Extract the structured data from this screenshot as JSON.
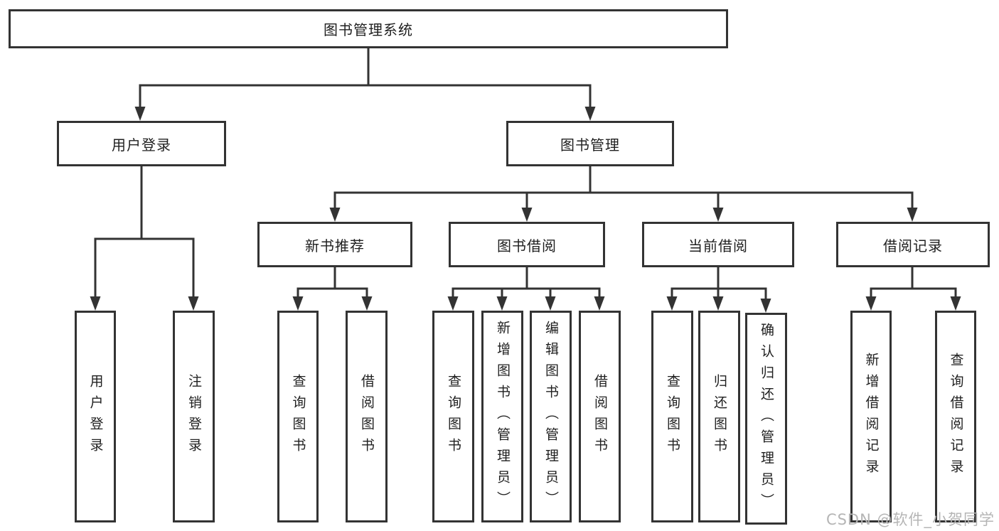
{
  "diagram": {
    "root": {
      "label": "图书管理系统"
    },
    "level2": {
      "user_login": {
        "label": "用户登录"
      },
      "book_mgmt": {
        "label": "图书管理"
      }
    },
    "level3": {
      "new_book_rec": {
        "label": "新书推荐"
      },
      "book_borrow": {
        "label": "图书借阅"
      },
      "current_borrow": {
        "label": "当前借阅"
      },
      "borrow_records": {
        "label": "借阅记录"
      }
    },
    "leaves": {
      "user_login_leaf": {
        "label": "用户登录"
      },
      "logout": {
        "label": "注销登录"
      },
      "rec_query_book": {
        "label": "查询图书"
      },
      "rec_borrow_book": {
        "label": "借阅图书"
      },
      "borrow_query_book": {
        "label": "查询图书"
      },
      "borrow_add_book": {
        "label": "新增图书（管理员）"
      },
      "borrow_edit_book": {
        "label": "编辑图书（管理员）"
      },
      "borrow_borrow_book": {
        "label": "借阅图书"
      },
      "current_query_book": {
        "label": "查询图书"
      },
      "current_return_book": {
        "label": "归还图书"
      },
      "current_confirm_return": {
        "label": "确认归还（管理员）"
      },
      "records_add_record": {
        "label": "新增借阅记录"
      },
      "records_query_record": {
        "label": "查询借阅记录"
      }
    },
    "structure": {
      "图书管理系统": [
        "用户登录",
        "图书管理"
      ],
      "用户登录": [
        "用户登录",
        "注销登录"
      ],
      "图书管理": [
        "新书推荐",
        "图书借阅",
        "当前借阅",
        "借阅记录"
      ],
      "新书推荐": [
        "查询图书",
        "借阅图书"
      ],
      "图书借阅": [
        "查询图书",
        "新增图书（管理员）",
        "编辑图书（管理员）",
        "借阅图书"
      ],
      "当前借阅": [
        "查询图书",
        "归还图书",
        "确认归还（管理员）"
      ],
      "借阅记录": [
        "新增借阅记录",
        "查询借阅记录"
      ]
    }
  },
  "watermark": {
    "text": "CSDN @软件_小贺同学"
  },
  "colors": {
    "line": "#333333",
    "text": "#1f1f1f",
    "watermark": "#b5b5b5",
    "background": "#ffffff"
  }
}
